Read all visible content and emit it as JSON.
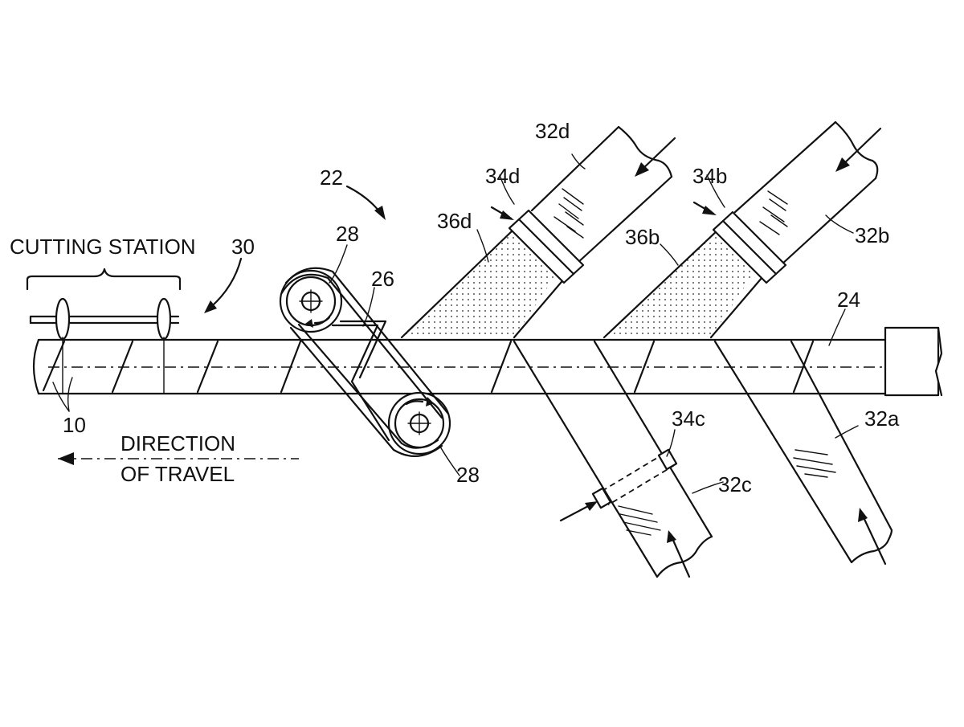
{
  "labels": {
    "cutting_station": "CUTTING STATION",
    "direction_line1": "DIRECTION",
    "direction_line2": "OF TRAVEL",
    "ref_10": "10",
    "ref_30": "30",
    "ref_22": "22",
    "ref_28_top": "28",
    "ref_28_bottom": "28",
    "ref_26": "26",
    "ref_24": "24",
    "ref_32a": "32a",
    "ref_32b": "32b",
    "ref_32c": "32c",
    "ref_32d": "32d",
    "ref_34b": "34b",
    "ref_34c": "34c",
    "ref_34d": "34d",
    "ref_36b": "36b",
    "ref_36d": "36d"
  },
  "colors": {
    "ink": "#111111",
    "background": "#ffffff"
  }
}
